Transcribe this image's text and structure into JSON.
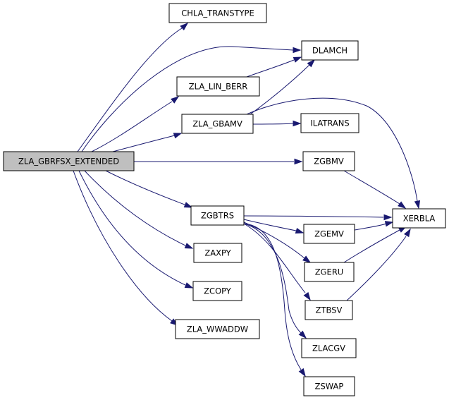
{
  "graph": {
    "nodes": [
      {
        "id": "root",
        "label": "ZLA_GBRFSX_EXTENDED",
        "root": true
      },
      {
        "id": "chla",
        "label": "CHLA_TRANSTYPE"
      },
      {
        "id": "dlamch",
        "label": "DLAMCH"
      },
      {
        "id": "linberr",
        "label": "ZLA_LIN_BERR"
      },
      {
        "id": "gbamv",
        "label": "ZLA_GBAMV"
      },
      {
        "id": "ilatrans",
        "label": "ILATRANS"
      },
      {
        "id": "zgbmv",
        "label": "ZGBMV"
      },
      {
        "id": "xerbla",
        "label": "XERBLA"
      },
      {
        "id": "zgbtrs",
        "label": "ZGBTRS"
      },
      {
        "id": "zgemv",
        "label": "ZGEMV"
      },
      {
        "id": "zgeru",
        "label": "ZGERU"
      },
      {
        "id": "zaxpy",
        "label": "ZAXPY"
      },
      {
        "id": "ztbsv",
        "label": "ZTBSV"
      },
      {
        "id": "zcopy",
        "label": "ZCOPY"
      },
      {
        "id": "wwaddw",
        "label": "ZLA_WWADDW"
      },
      {
        "id": "zlacgv",
        "label": "ZLACGV"
      },
      {
        "id": "zswap",
        "label": "ZSWAP"
      }
    ],
    "edges": [
      {
        "from": "root",
        "to": "chla"
      },
      {
        "from": "root",
        "to": "dlamch"
      },
      {
        "from": "root",
        "to": "linberr"
      },
      {
        "from": "root",
        "to": "gbamv"
      },
      {
        "from": "root",
        "to": "zgbmv"
      },
      {
        "from": "root",
        "to": "zgbtrs"
      },
      {
        "from": "root",
        "to": "zaxpy"
      },
      {
        "from": "root",
        "to": "zcopy"
      },
      {
        "from": "root",
        "to": "wwaddw"
      },
      {
        "from": "linberr",
        "to": "dlamch"
      },
      {
        "from": "gbamv",
        "to": "dlamch"
      },
      {
        "from": "gbamv",
        "to": "ilatrans"
      },
      {
        "from": "gbamv",
        "to": "xerbla"
      },
      {
        "from": "zgbmv",
        "to": "xerbla"
      },
      {
        "from": "zgbtrs",
        "to": "xerbla"
      },
      {
        "from": "zgbtrs",
        "to": "zgemv"
      },
      {
        "from": "zgbtrs",
        "to": "zgeru"
      },
      {
        "from": "zgbtrs",
        "to": "ztbsv"
      },
      {
        "from": "zgbtrs",
        "to": "zlacgv"
      },
      {
        "from": "zgbtrs",
        "to": "zswap"
      },
      {
        "from": "zgemv",
        "to": "xerbla"
      },
      {
        "from": "zgeru",
        "to": "xerbla"
      },
      {
        "from": "ztbsv",
        "to": "xerbla"
      }
    ]
  },
  "colors": {
    "edge": "#191970",
    "node_fill": "#ffffff",
    "root_fill": "#bfbfbf",
    "border": "#000000"
  }
}
